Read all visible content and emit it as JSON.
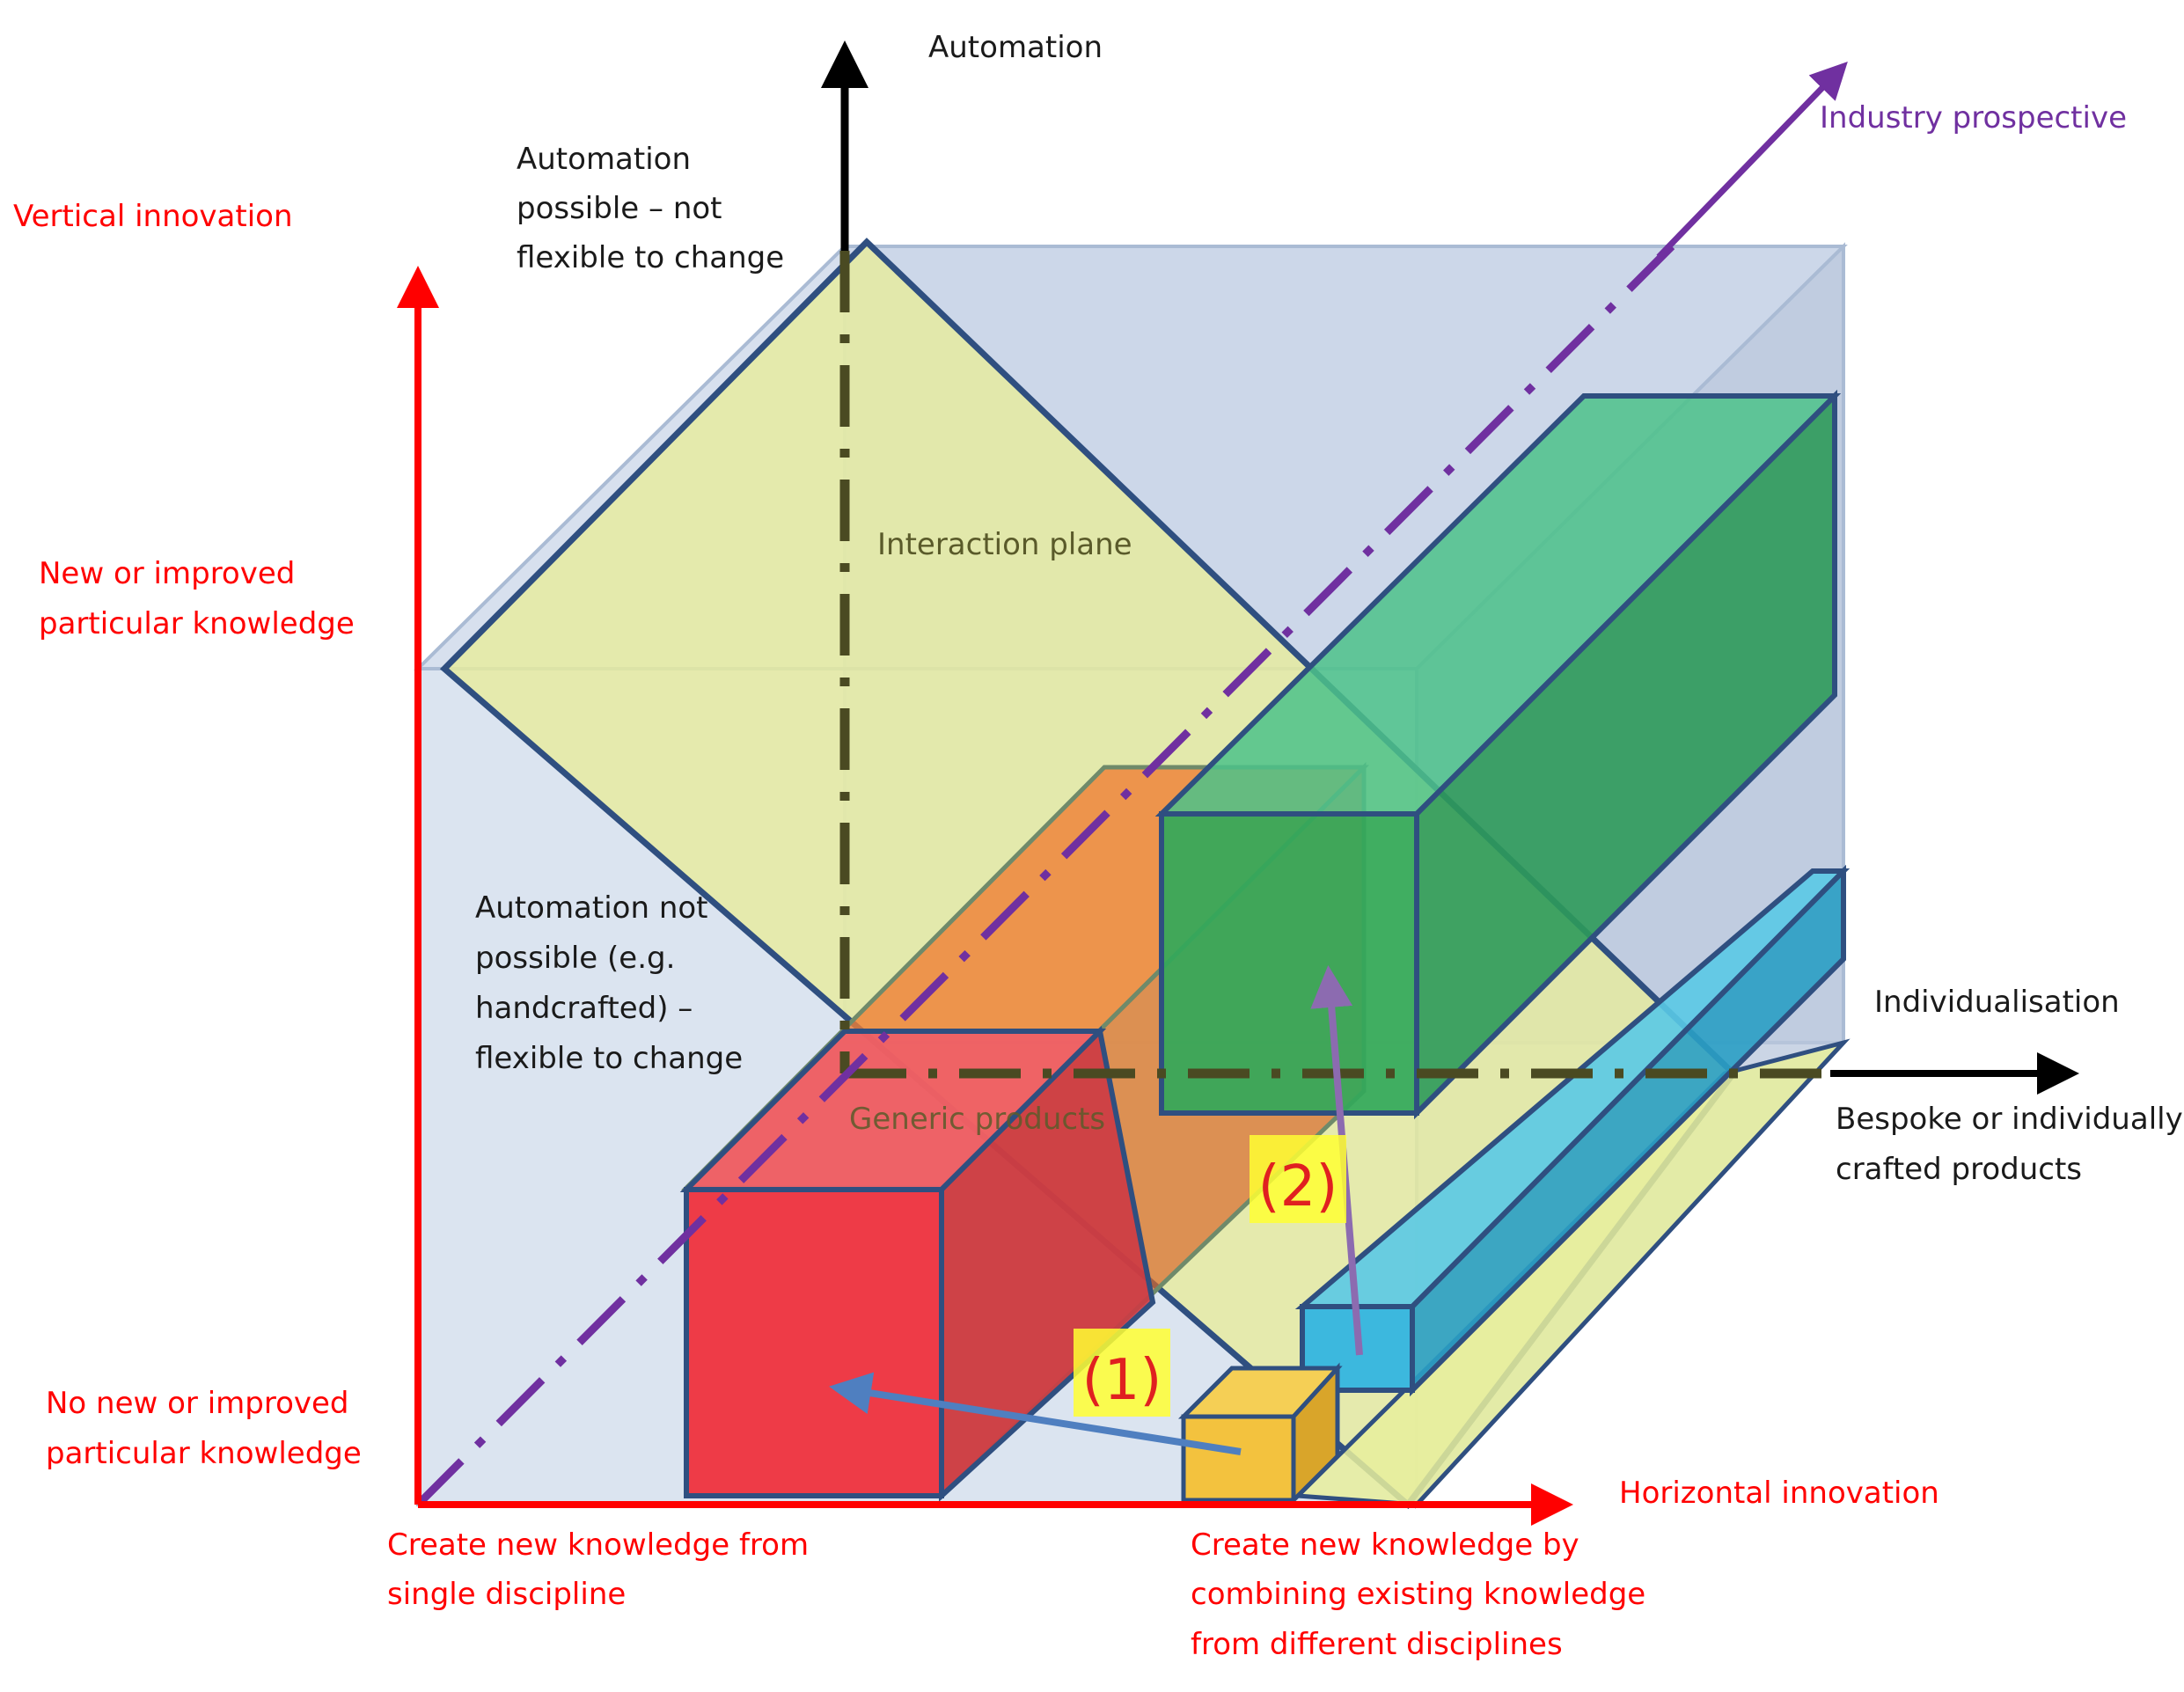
{
  "axes": {
    "automation": "Automation",
    "industry_prospective": "Industry prospective",
    "vertical_innovation": "Vertical innovation",
    "horizontal_innovation": "Horizontal innovation",
    "individualisation": "Individualisation"
  },
  "labels": {
    "automation_possible": [
      "Automation",
      "possible – not",
      "flexible to change"
    ],
    "automation_not_possible": [
      "Automation  not",
      "possible (e.g.",
      "handcrafted) –",
      "flexible to change"
    ],
    "new_knowledge": [
      "New or improved",
      "particular knowledge"
    ],
    "no_new_knowledge": [
      "No new or improved",
      "particular knowledge"
    ],
    "single_discipline": [
      "Create new knowledge from",
      "single discipline"
    ],
    "combining_disciplines": [
      "Create new knowledge by",
      "combining existing knowledge",
      "from different disciplines"
    ],
    "bespoke": [
      "Bespoke or individually",
      "crafted products"
    ],
    "interaction_plane": "Interaction plane",
    "generic_products": "Generic products"
  },
  "markers": {
    "one": "(1)",
    "two": "(2)"
  },
  "colors": {
    "axis_red": "#ff0000",
    "axis_black": "#000000",
    "industry_purple": "#7030a0",
    "cube_fill": "#c9d6e8",
    "interaction_plane": "#e4eaa6",
    "red_box": "#ee3b47",
    "orange_box": "#f08a3c",
    "green_box": "#2fa862",
    "cyan_box": "#3cc0e4",
    "yellow_box": "#f3c23e",
    "arrow_blue": "#4f7fc0",
    "arrow_purple": "#8c6bb0"
  }
}
